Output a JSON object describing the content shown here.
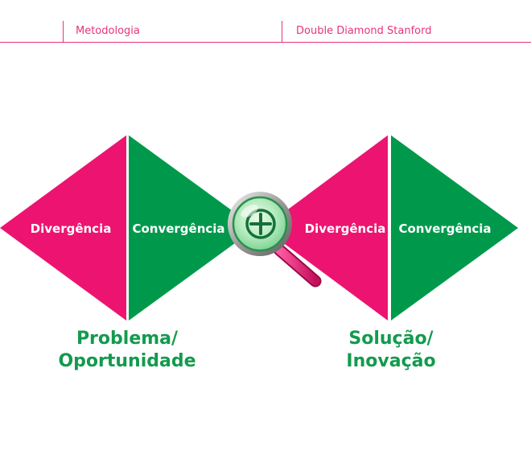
{
  "header": {
    "section": "Metodologia",
    "topic": "Double Diamond Stanford"
  },
  "diagram": {
    "colors": {
      "divergence": "#ec1470",
      "convergence": "#00994c",
      "label_green": "#139a4e",
      "accent": "#e8337a"
    },
    "stages": [
      {
        "label": "Divergência",
        "kind": "divergence"
      },
      {
        "label": "Convergência",
        "kind": "convergence"
      },
      {
        "label": "Divergência",
        "kind": "divergence"
      },
      {
        "label": "Convergência",
        "kind": "convergence"
      }
    ],
    "center_icon": "magnifier-plus-icon",
    "phases": [
      {
        "line1": "Problema/",
        "line2": "Oportunidade"
      },
      {
        "line1": "Solução/",
        "line2": "Inovação"
      }
    ]
  }
}
